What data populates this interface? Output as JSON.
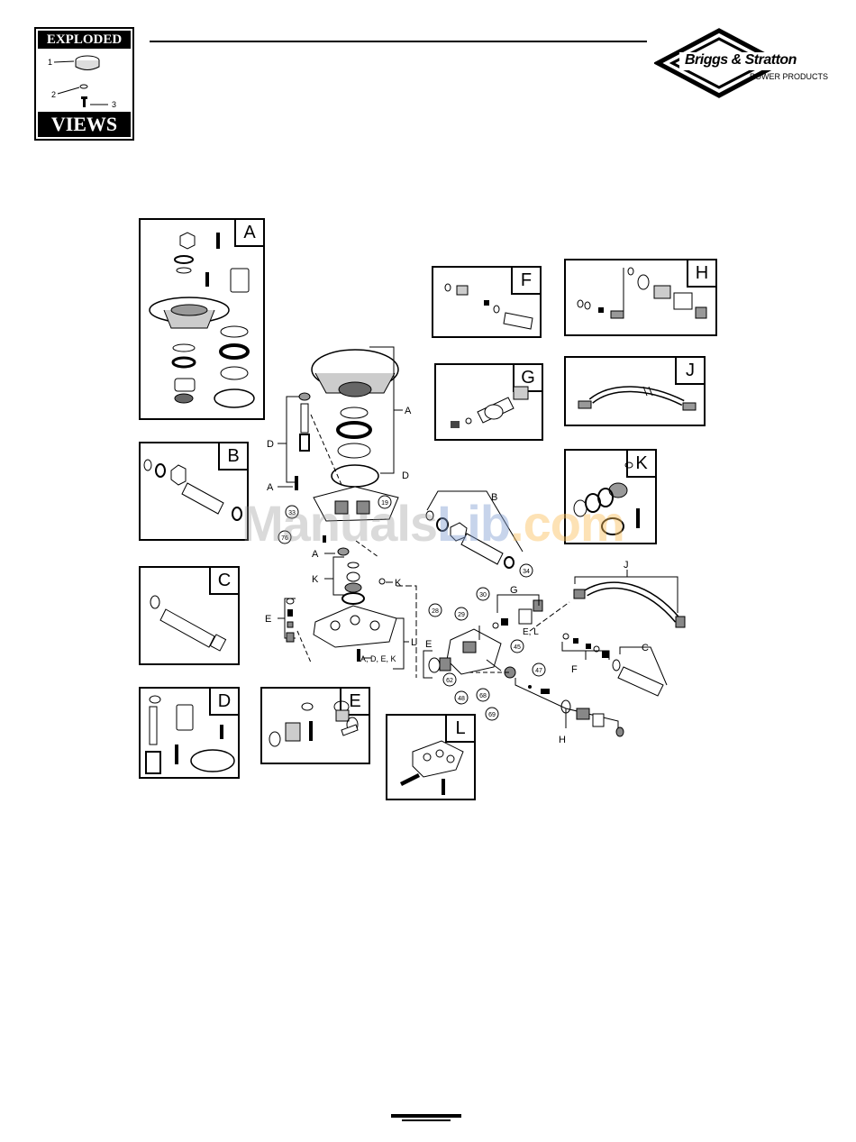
{
  "header": {
    "badge_top": "EXPLODED",
    "badge_bottom": "VIEWS",
    "badge_callouts": [
      "1",
      "2",
      "3"
    ],
    "brand_name": "Briggs & Stratton",
    "brand_sub": "POWER PRODUCTS"
  },
  "kits": {
    "a": "A",
    "b": "B",
    "c": "C",
    "d": "D",
    "e": "E",
    "f": "F",
    "g": "G",
    "h": "H",
    "j": "J",
    "k": "K",
    "l": "L"
  },
  "callouts": {
    "c19": "19",
    "c28": "28",
    "c29": "29",
    "c30": "30",
    "c34": "34",
    "c45": "45",
    "c47": "47",
    "c48": "48",
    "c62": "62",
    "c68": "68",
    "c69": "69",
    "c76": "76",
    "c33": "33"
  },
  "labels": {
    "a_top": "A",
    "a_left": "A",
    "a_lower": "A",
    "b": "B",
    "c": "C",
    "d_left": "D",
    "d_right": "D",
    "e_left": "E",
    "e_mid": "E",
    "e_l": "E, L",
    "f": "F",
    "g": "G",
    "h": "H",
    "j": "J",
    "k_left": "K",
    "k_right": "K",
    "l": "L",
    "adek": "A, D, E, K"
  },
  "watermark": {
    "part1": "Manuals",
    "part2": "Lib",
    "part3": ".com"
  }
}
